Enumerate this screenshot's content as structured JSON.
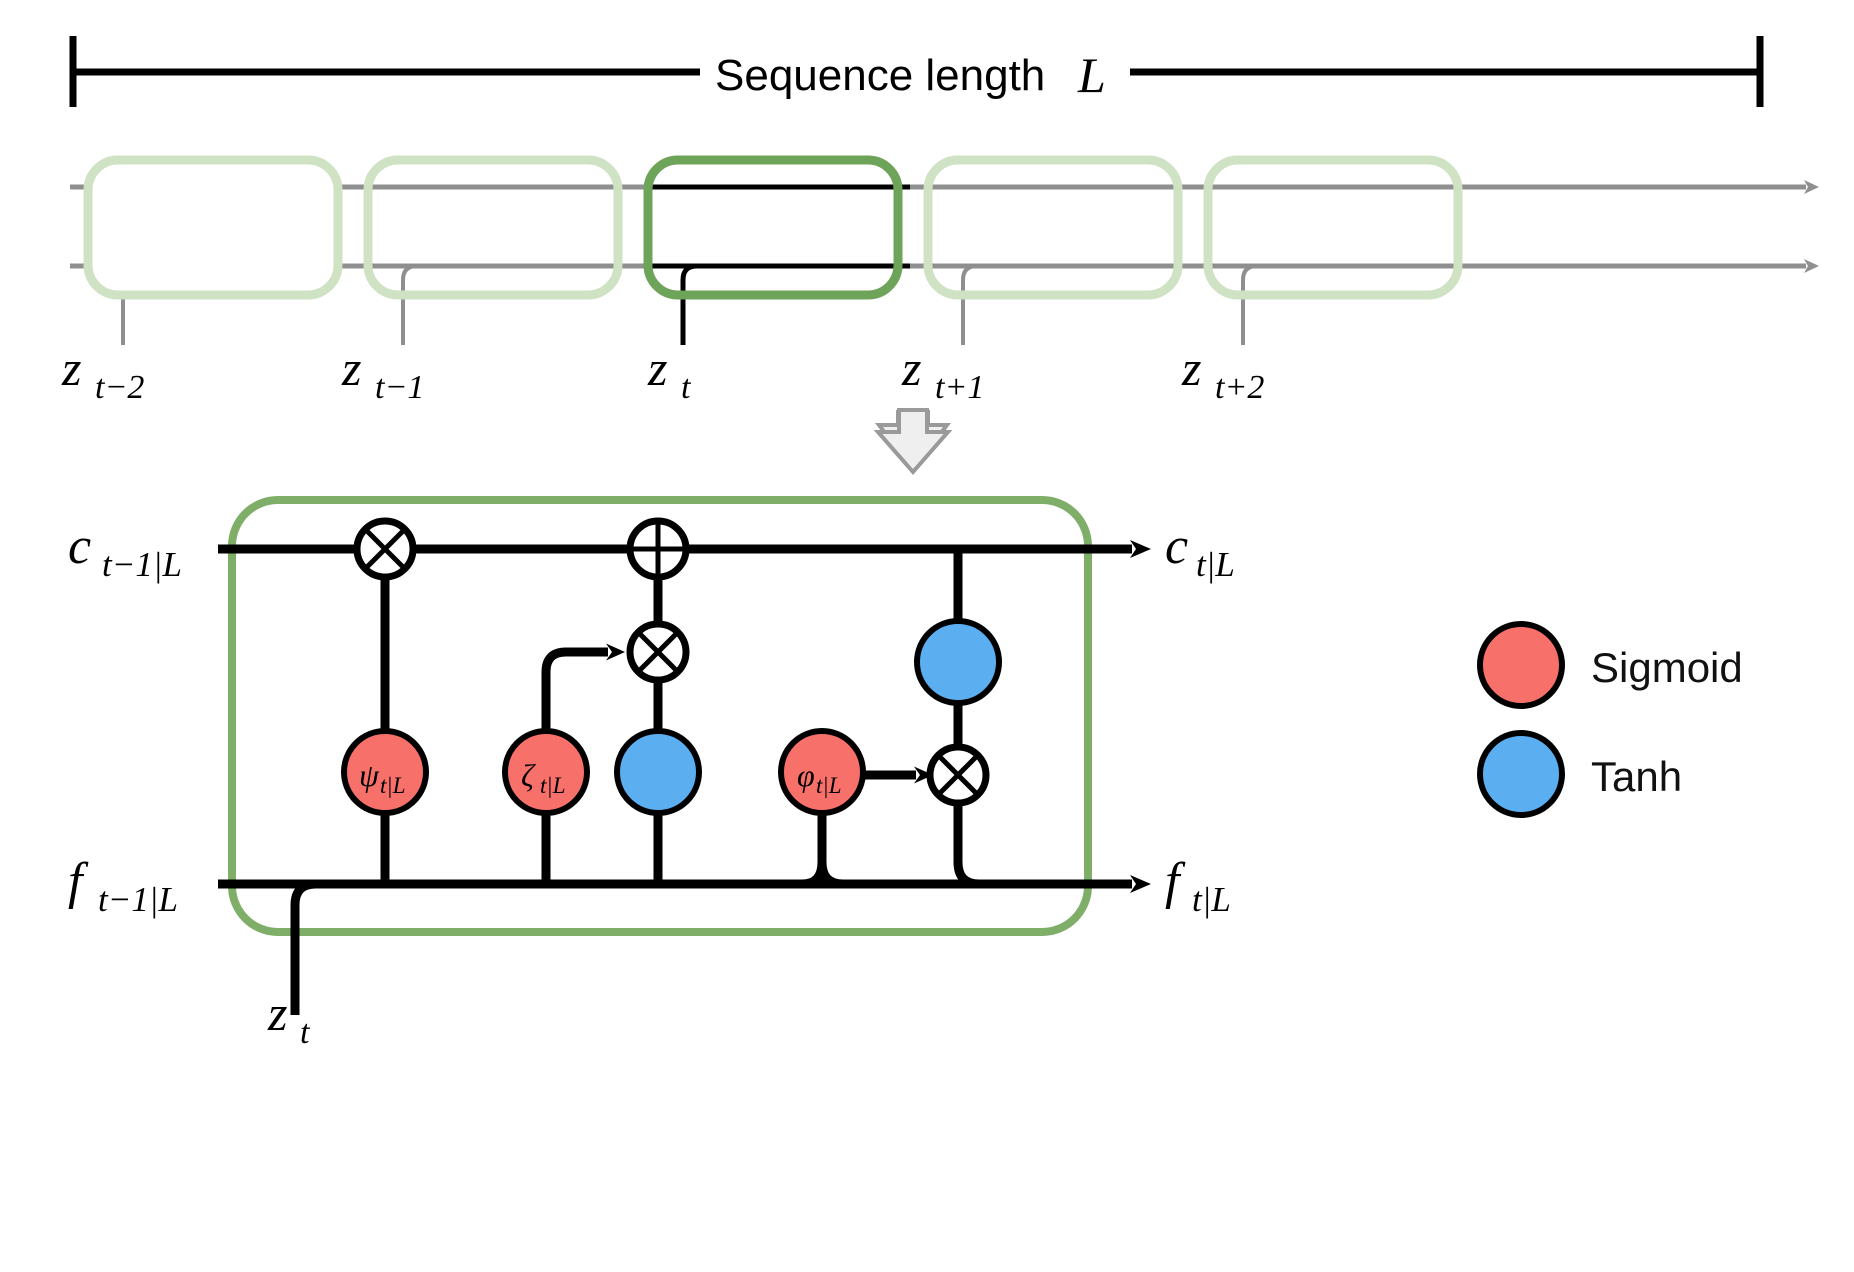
{
  "figure": {
    "type": "diagram",
    "subject": "LSTM cell unrolled over a sequence",
    "background_color": "#ffffff"
  },
  "sequence_bracket": {
    "label_prefix": "Sequence length ",
    "label_symbol": "L",
    "full_label": "Sequence length L",
    "tick_left_x": 73,
    "tick_right_x": 1760
  },
  "unrolled": {
    "cells": [
      {
        "id": "cell-t-2",
        "input_label": "z",
        "input_sub": "t−2",
        "highlighted": false
      },
      {
        "id": "cell-t-1",
        "input_label": "z",
        "input_sub": "t−1",
        "highlighted": false
      },
      {
        "id": "cell-t",
        "input_label": "z",
        "input_sub": "t",
        "highlighted": true
      },
      {
        "id": "cell-t+1",
        "input_label": "z",
        "input_sub": "t+1",
        "highlighted": false
      },
      {
        "id": "cell-t+2",
        "input_label": "z",
        "input_sub": "t+2",
        "highlighted": false
      }
    ],
    "cell_fill": "#ffffff",
    "cell_border_dim": "#cfe3c4",
    "cell_border_highlight": "#6ea35a",
    "stream_line_dim": "#8f8f8f",
    "stream_line_highlight": "#000000",
    "stream_count": 2
  },
  "zoom_arrow": {
    "direction": "down",
    "fill": "#efefef",
    "stroke": "#9a9a9a"
  },
  "lstm_cell": {
    "border_color": "#7fae68",
    "inputs": [
      {
        "name": "cell-state-in",
        "base": "c",
        "sub": "t−1|L",
        "row": "top"
      },
      {
        "name": "hidden-state-in",
        "base": "f",
        "sub": "t−1|L",
        "row": "bottom"
      },
      {
        "name": "input-z",
        "base": "z",
        "sub": "t",
        "row": "below"
      }
    ],
    "outputs": [
      {
        "name": "cell-state-out",
        "base": "c",
        "sub": "t|L",
        "row": "top"
      },
      {
        "name": "hidden-state-out",
        "base": "f",
        "sub": "t|L",
        "row": "bottom"
      }
    ],
    "gates": [
      {
        "name": "forget-gate",
        "symbol": "ψ",
        "sub": "t|L",
        "activation": "sigmoid",
        "color": "#f8706a"
      },
      {
        "name": "input-gate",
        "symbol": "ζ",
        "sub": "t|L",
        "activation": "sigmoid",
        "color": "#f8706a"
      },
      {
        "name": "candidate-gate",
        "symbol": "",
        "sub": "",
        "activation": "tanh",
        "color": "#5baef0"
      },
      {
        "name": "output-gate",
        "symbol": "φ",
        "sub": "t|L",
        "activation": "sigmoid",
        "color": "#f8706a"
      },
      {
        "name": "output-tanh",
        "symbol": "",
        "sub": "",
        "activation": "tanh",
        "color": "#5baef0"
      }
    ],
    "operators": [
      {
        "name": "multiply-forget",
        "glyph": "⊗",
        "op": "multiply"
      },
      {
        "name": "add-cellstate",
        "glyph": "⊕",
        "op": "add"
      },
      {
        "name": "multiply-input",
        "glyph": "⊗",
        "op": "multiply"
      },
      {
        "name": "multiply-output",
        "glyph": "⊗",
        "op": "multiply"
      }
    ]
  },
  "legend": {
    "items": [
      {
        "label": "Sigmoid",
        "color": "#f8706a",
        "shape": "circle"
      },
      {
        "label": "Tanh",
        "color": "#5baef0",
        "shape": "circle"
      }
    ]
  }
}
